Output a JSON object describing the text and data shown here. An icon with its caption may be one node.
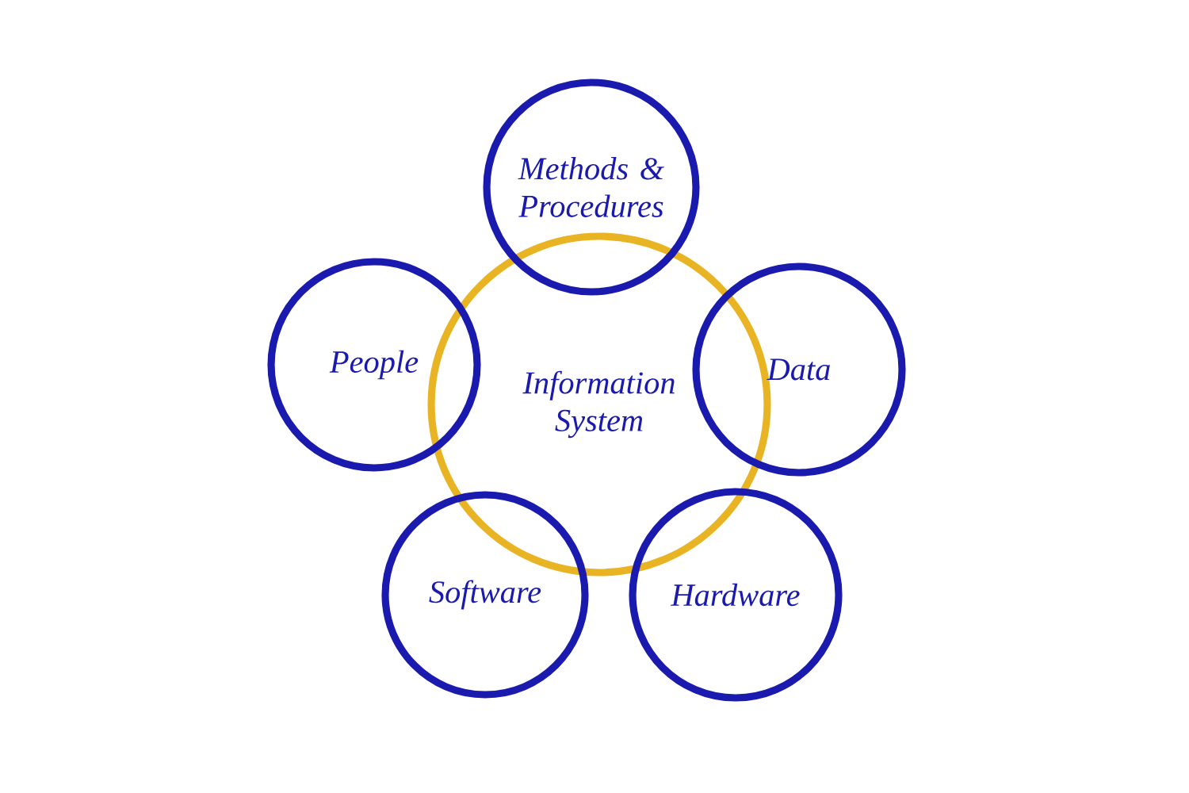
{
  "diagram": {
    "nodes": [
      {
        "text": [
          "Information System"
        ]
      },
      {
        "text": [
          "Methods & Procedures"
        ]
      },
      {
        "text": [
          "People"
        ]
      },
      {
        "text": [
          "Data"
        ]
      },
      {
        "text": [
          "Software"
        ]
      },
      {
        "text": [
          "Hardware"
        ]
      }
    ]
  }
}
